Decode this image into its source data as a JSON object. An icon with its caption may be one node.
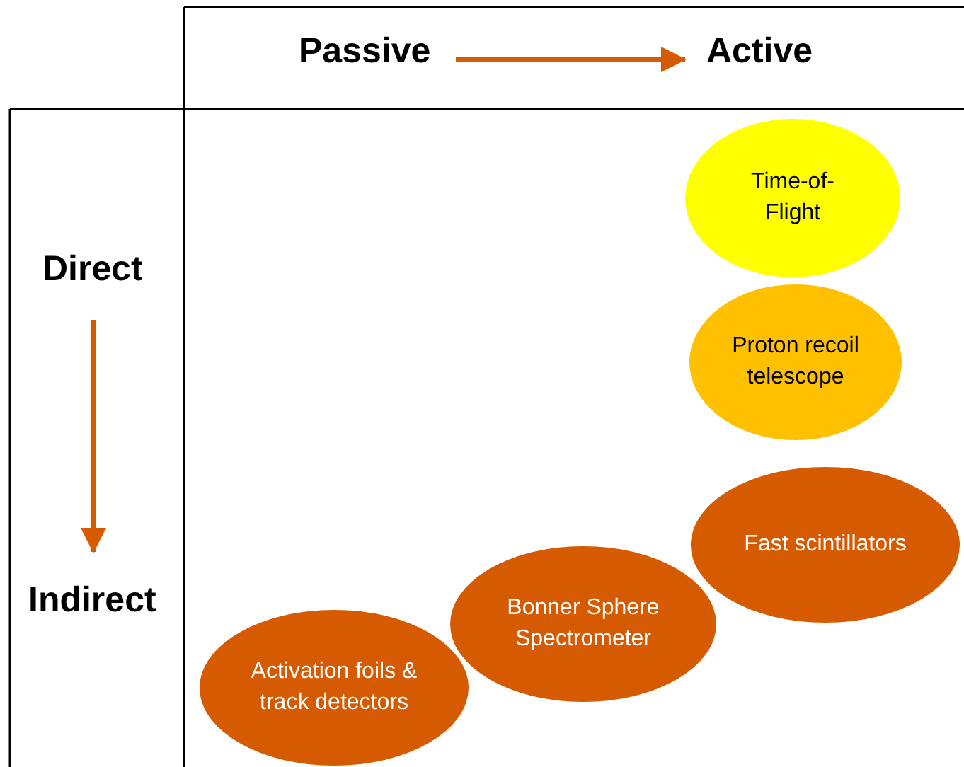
{
  "diagram": {
    "nodes": [
      {
        "text": [
          "Time-of-Flight"
        ]
      },
      {
        "text": [
          "Proton recoil telescope"
        ]
      },
      {
        "text": [
          "Fast scintillators"
        ]
      },
      {
        "text": [
          "Bonner Sphere Spectrometer"
        ]
      },
      {
        "text": [
          "Activation foils & track detectors"
        ]
      }
    ],
    "edges": [],
    "labels": [
      "Passive",
      "Active",
      "Direct",
      "Indirect"
    ]
  }
}
